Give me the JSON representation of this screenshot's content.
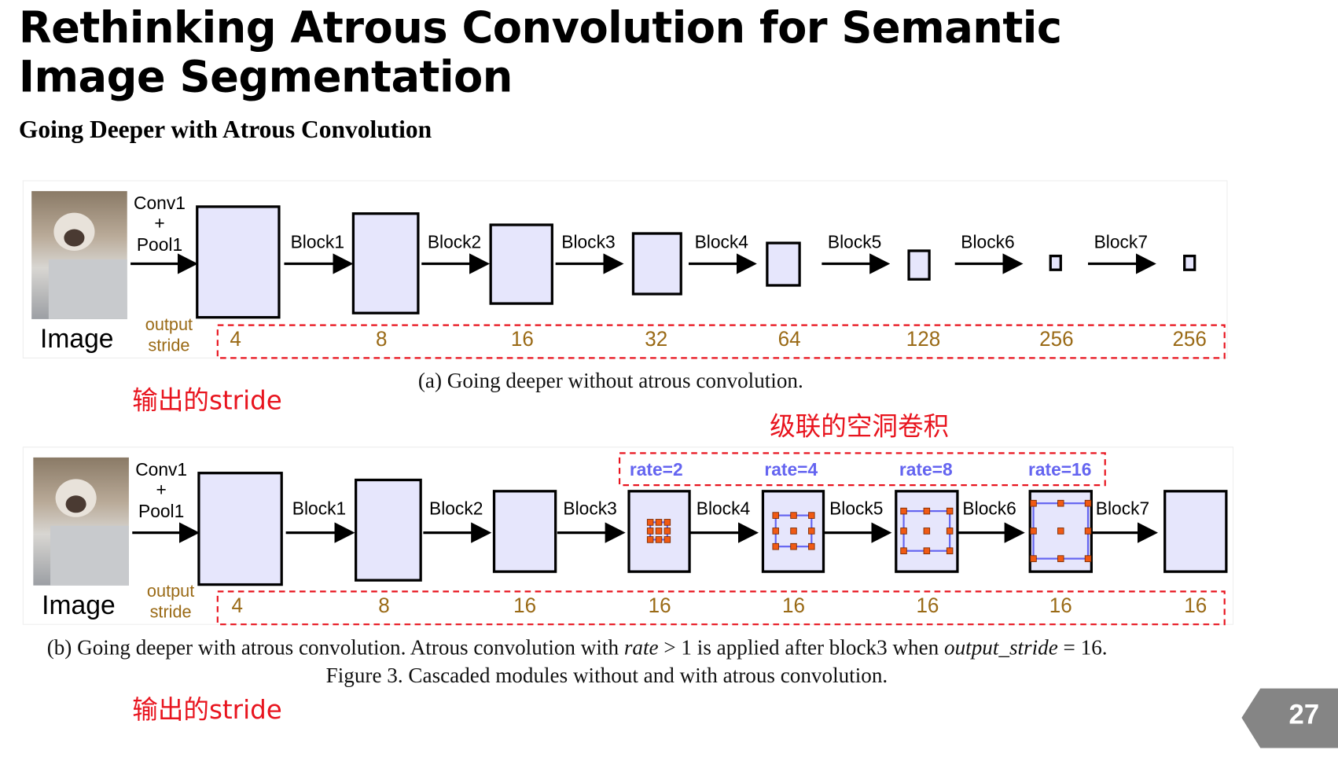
{
  "slide": {
    "title": "Rethinking Atrous Convolution for Semantic Image Segmentation",
    "subtitle": "Going Deeper with Atrous Convolution",
    "page_number": "27"
  },
  "annotations": {
    "stride_note_a": "输出的stride",
    "stride_note_b": "输出的stride",
    "cascade_note": "级联的空洞卷积"
  },
  "diagram_a": {
    "image_label": "Image",
    "stem_label": [
      "Conv1",
      "+",
      "Pool1"
    ],
    "output_stride_label": [
      "output",
      "stride"
    ],
    "blocks": [
      "Block1",
      "Block2",
      "Block3",
      "Block4",
      "Block5",
      "Block6",
      "Block7"
    ],
    "strides": [
      "4",
      "8",
      "16",
      "32",
      "64",
      "128",
      "256",
      "256"
    ],
    "caption": "(a) Going deeper without atrous convolution."
  },
  "diagram_b": {
    "image_label": "Image",
    "stem_label": [
      "Conv1",
      "+",
      "Pool1"
    ],
    "output_stride_label": [
      "output",
      "stride"
    ],
    "blocks": [
      "Block1",
      "Block2",
      "Block3",
      "Block4",
      "Block5",
      "Block6",
      "Block7"
    ],
    "strides": [
      "4",
      "8",
      "16",
      "16",
      "16",
      "16",
      "16",
      "16"
    ],
    "rates": [
      "rate=2",
      "rate=4",
      "rate=8",
      "rate=16"
    ],
    "caption_parts": [
      "(b) Going deeper with atrous convolution. Atrous convolution with ",
      "rate",
      " > 1 is applied after block3 when ",
      "output_stride",
      " = 16."
    ],
    "figure_caption": "Figure 3. Cascaded modules without and with atrous convolution."
  },
  "colors": {
    "box_fill": "#e6e6fc",
    "stride_text": "#9a6a16",
    "rate_text": "#6464f0",
    "dash_red": "#e8141e",
    "kernel_orange": "#f05a14",
    "badge_gray": "#858585"
  }
}
